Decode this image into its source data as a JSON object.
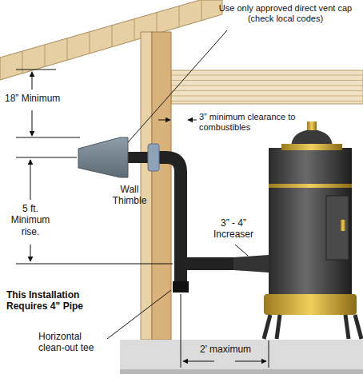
{
  "diagram": {
    "labels": [
      "Use only approved direct vent cap (check local codes)",
      "18” Minimum",
      "3” minimum clearance to combustibles",
      "Wall Thimble",
      "5 ft. Minimum rise.",
      "3” - 4” Increaser",
      "This Installation Requires 4” Pipe",
      "Horizontal clean-out tee",
      "2’ maximum"
    ]
  }
}
